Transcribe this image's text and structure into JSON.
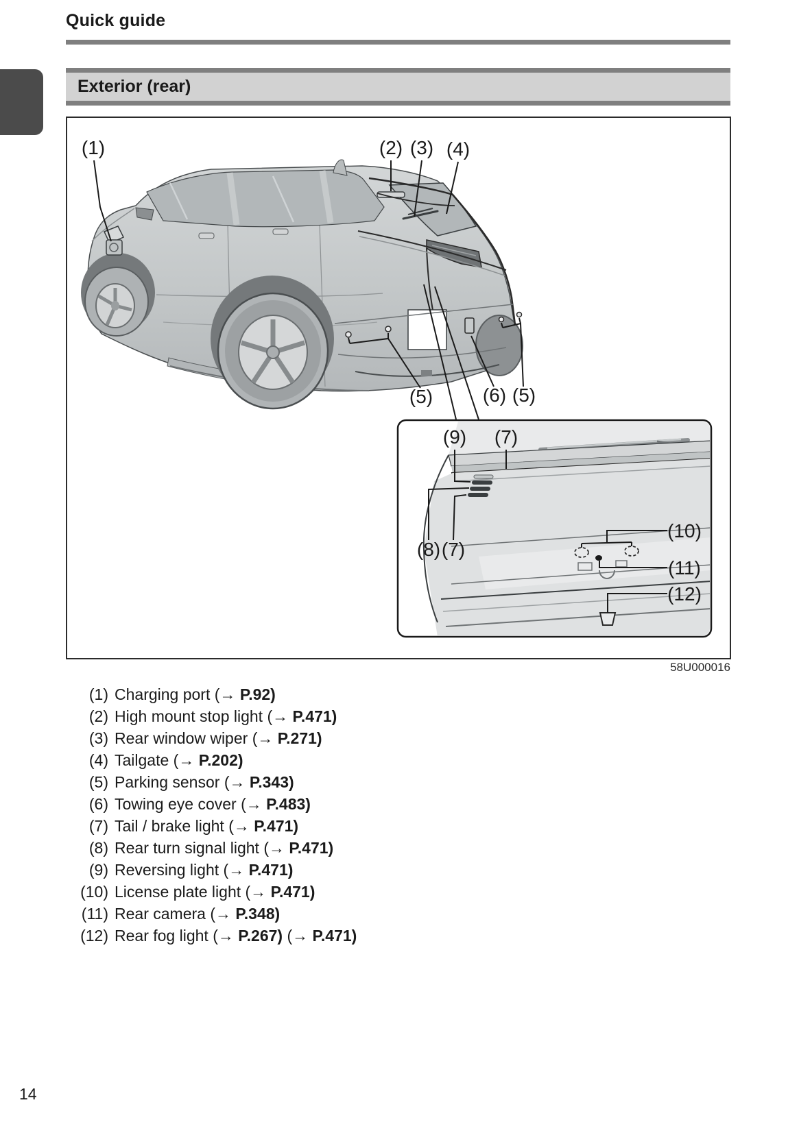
{
  "colors": {
    "rule_gray": "#7f7f7f",
    "bar_fill": "#d2d2d2",
    "tab_gray": "#4b4b4b",
    "text": "#1a1a1a",
    "car_body": "#c6cacb",
    "car_glass": "#b2b7b9",
    "car_dark_detail": "#3a3e40"
  },
  "header": {
    "section_title": "Quick guide",
    "heading": "Exterior (rear)"
  },
  "figure": {
    "code": "58U000016"
  },
  "diagram": {
    "callouts": [
      {
        "text": "(1)"
      },
      {
        "text": "(2)"
      },
      {
        "text": "(3)"
      },
      {
        "text": "(4)"
      },
      {
        "text": "(5)"
      },
      {
        "text": "(6)"
      },
      {
        "text": "(5)"
      },
      {
        "text": "(9)"
      },
      {
        "text": "(7)"
      },
      {
        "text": "(8)"
      },
      {
        "text": "(7)"
      },
      {
        "text": "(10)"
      },
      {
        "text": "(11)"
      },
      {
        "text": "(12)"
      }
    ]
  },
  "legend": {
    "arrow": "→",
    "items": [
      {
        "num": "(1)",
        "label": "Charging port",
        "refs": [
          "P.92"
        ]
      },
      {
        "num": "(2)",
        "label": "High mount stop light",
        "refs": [
          "P.471"
        ]
      },
      {
        "num": "(3)",
        "label": "Rear window wiper",
        "refs": [
          "P.271"
        ]
      },
      {
        "num": "(4)",
        "label": "Tailgate",
        "refs": [
          "P.202"
        ]
      },
      {
        "num": "(5)",
        "label": "Parking sensor",
        "refs": [
          "P.343"
        ]
      },
      {
        "num": "(6)",
        "label": "Towing eye cover",
        "refs": [
          "P.483"
        ]
      },
      {
        "num": "(7)",
        "label": "Tail / brake light",
        "refs": [
          "P.471"
        ]
      },
      {
        "num": "(8)",
        "label": "Rear turn signal light",
        "refs": [
          "P.471"
        ]
      },
      {
        "num": "(9)",
        "label": "Reversing light",
        "refs": [
          "P.471"
        ]
      },
      {
        "num": "(10)",
        "label": "License plate light",
        "refs": [
          "P.471"
        ]
      },
      {
        "num": "(11)",
        "label": "Rear camera",
        "refs": [
          "P.348"
        ]
      },
      {
        "num": "(12)",
        "label": "Rear fog light",
        "refs": [
          "P.267",
          "P.471"
        ]
      }
    ]
  },
  "footer": {
    "page_number": "14"
  }
}
